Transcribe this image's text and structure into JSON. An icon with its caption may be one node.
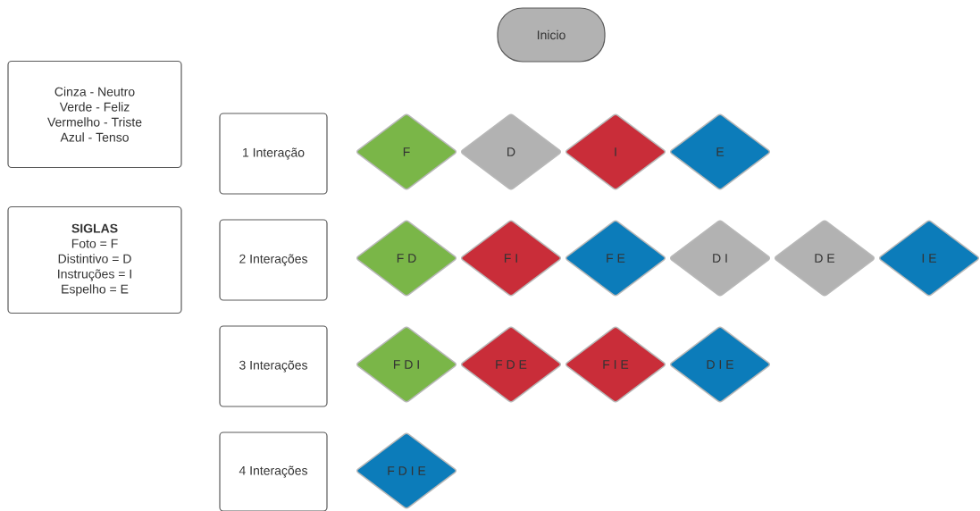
{
  "diagram": {
    "nodes": [
      {
        "text": [
          "Inicio"
        ]
      },
      {
        "text": [
          "Cinza - Neutro",
          "Verde - Feliz",
          "Vermelho - Triste",
          "Azul - Tenso"
        ]
      },
      {
        "text": [
          "SIGLAS",
          "Foto = F",
          "Distintivo = D",
          "Instruções = I",
          "Espelho = E"
        ]
      },
      {
        "text": [
          "1 Interação"
        ]
      },
      {
        "text": [
          "2 Interações"
        ]
      },
      {
        "text": [
          "3 Interações"
        ]
      },
      {
        "text": [
          "4 Interações"
        ]
      },
      {
        "text": [
          "F"
        ]
      },
      {
        "text": [
          "D"
        ]
      },
      {
        "text": [
          "I"
        ]
      },
      {
        "text": [
          "E"
        ]
      },
      {
        "text": [
          "F D"
        ]
      },
      {
        "text": [
          "F I"
        ]
      },
      {
        "text": [
          "F E"
        ]
      },
      {
        "text": [
          "D I"
        ]
      },
      {
        "text": [
          "D E"
        ]
      },
      {
        "text": [
          "I E"
        ]
      },
      {
        "text": [
          "F D I"
        ]
      },
      {
        "text": [
          "F D E"
        ]
      },
      {
        "text": [
          "F I E"
        ]
      },
      {
        "text": [
          "D I E"
        ]
      },
      {
        "text": [
          "F D I E"
        ]
      }
    ]
  }
}
